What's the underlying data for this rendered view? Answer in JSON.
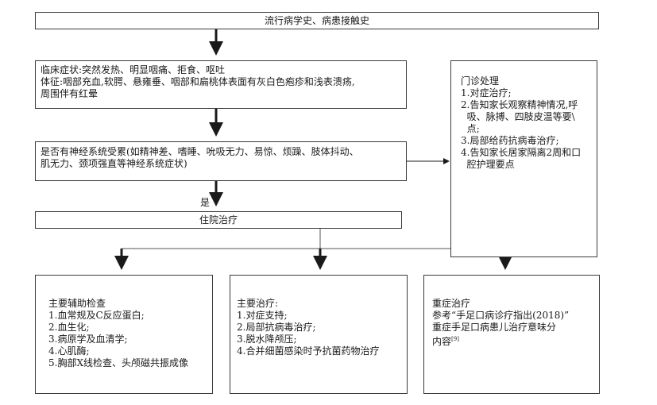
{
  "history": {
    "text": "流行病学史、病患接触史"
  },
  "symptoms": {
    "lines": [
      "临床症状:突然发热、明显咽痛、拒食、呕吐",
      "体征:咽部充血,软腭、悬雍垂、咽部和扁桃体表面有灰白色疱疹和浅表溃疡,",
      "周围伴有红晕"
    ]
  },
  "neuro": {
    "lines": [
      "是否有神经系统受累(如精神差、嗜睡、吮吸无力、易惊、烦躁、肢体抖动、",
      "肌无力、颈项强直等神经系统症状)"
    ]
  },
  "yes_label": "是",
  "hospital": {
    "text": "住院治疗"
  },
  "clinic": {
    "title": "门诊处理",
    "lines": [
      "1.对症治疗;",
      "2.告知家长观察精神情况,呼",
      "  吸、脉搏、四肢皮温等要\\",
      "  点;",
      "3.局部给药抗病毒治疗;",
      "4.告知家长居家隔离2周和口",
      "  腔护理要点"
    ]
  },
  "tests": {
    "title": "主要辅助检查",
    "lines": [
      "1.血常规及C反应蛋白;",
      "2.血生化;",
      "3.病原学及血清学;",
      "4.心肌酶;",
      "5.胸部X线检查、头颅磁共振成像"
    ]
  },
  "treatment": {
    "title": "主要治疗:",
    "lines": [
      "1.对症支持;",
      "2.局部抗病毒治疗;",
      "3.脱水降颅压;",
      "4.合并细菌感染时予抗菌药物治疗"
    ]
  },
  "severe": {
    "title": "重症治疗",
    "line1": "参考“手足口病诊疗指出(2018)”",
    "line2": "重症手足口病患儿治疗意味分",
    "line3": "内容",
    "ref": "[9]"
  }
}
